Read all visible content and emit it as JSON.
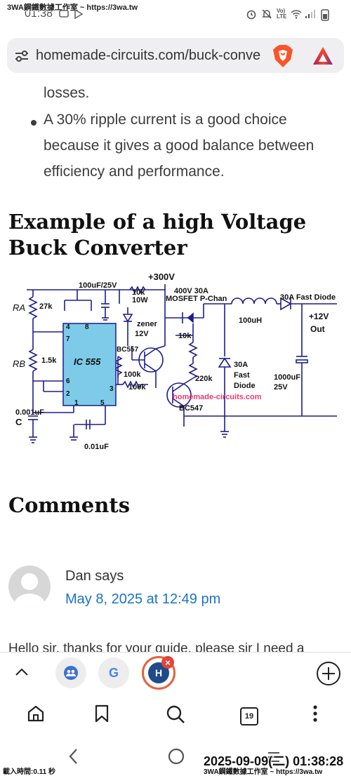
{
  "status_bar": {
    "time": "01:38",
    "watermark": "3WA鋼鐵數據工作室 ~ https://3wa.tw"
  },
  "browser": {
    "url": "homemade-circuits.com/buck-conve"
  },
  "article": {
    "partial_line": "losses.",
    "bullet_lines": [
      "A 30% ripple current is a good choice",
      "because it gives a good balance between",
      "efficiency and performance."
    ],
    "section_heading": "Example of a high Voltage Buck Converter"
  },
  "circuit": {
    "labels": {
      "v300": "+300V",
      "cap_top": "100uF/25V",
      "r10k_a": "10k",
      "r10w": "10W",
      "mosfet_a": "400V 30A",
      "mosfet_b": "MOSFET P-Chan",
      "diode_top": "30A Fast Diode",
      "ra": "RA",
      "r27k": "27k",
      "ic": "IC 555",
      "pin4": "4",
      "pin8": "8",
      "pin7": "7",
      "pin6": "6",
      "pin2": "2",
      "pin1": "1",
      "pin5": "5",
      "pin3": "3",
      "zener": "zener",
      "z12v": "12V",
      "bc557": "BC557",
      "r10k_b": "10k",
      "inductor": "100uH",
      "out_v": "+12V",
      "out": "Out",
      "rb": "RB",
      "r15k": "1.5k",
      "r100k_a": "100k",
      "r100k_b": "100k",
      "r220k": "220k",
      "d30a": "30A",
      "dfast": "Fast",
      "ddiode": "Diode",
      "c1000": "1000uF",
      "c25v": "25V",
      "site": "homemade-circuits.com",
      "bc547": "BC547",
      "c001a": "0.001uF",
      "clabel": "C",
      "c001b": "0.01uF"
    }
  },
  "comments": {
    "heading": "Comments",
    "author": "Dan says",
    "date": "May 8, 2025 at 12:49 pm",
    "text": "Hello sir, thanks for your guide, please sir I need a"
  },
  "tabs": {
    "google": "G",
    "active_tab_letter": "H",
    "close_symbol": "×",
    "tab_count": "19"
  },
  "system": {
    "timestamp": "2025-09-09(二) 01:38:28",
    "watermark_bottom": "3WA鋼鐵數據工作室 ~ https://3wa.tw",
    "watermark_left": "載入時間:0.11 秒"
  }
}
